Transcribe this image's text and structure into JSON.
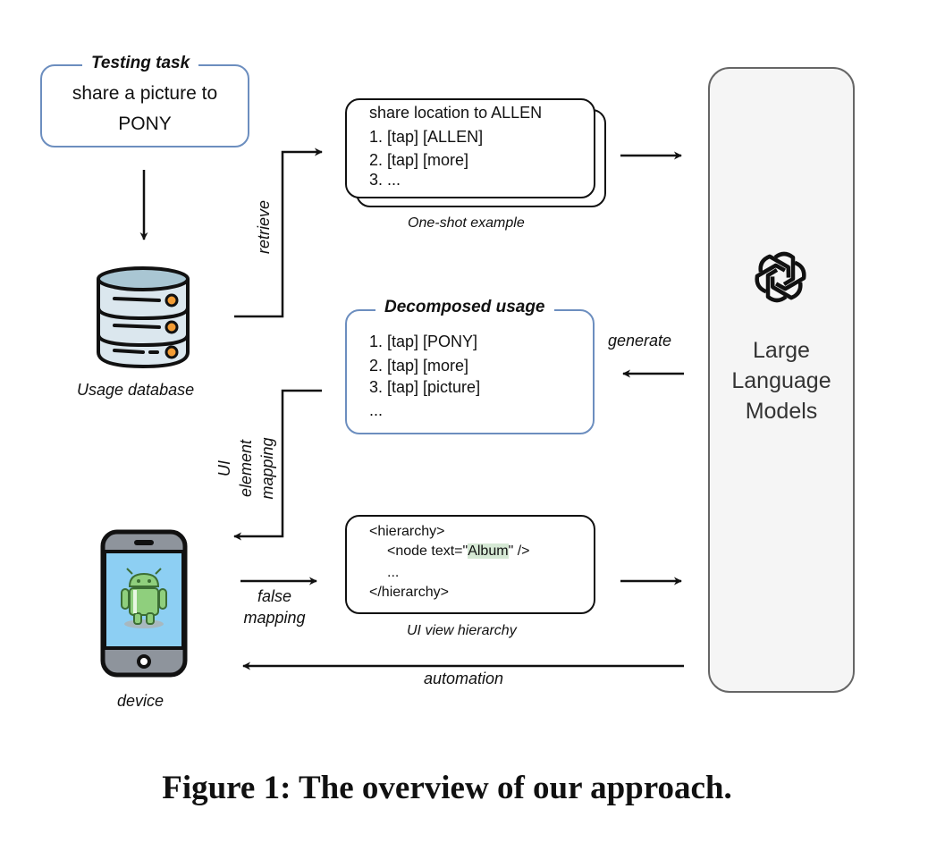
{
  "testing_task": {
    "title": "Testing task",
    "lines": [
      "share a picture to",
      "PONY"
    ]
  },
  "one_shot_example": {
    "lines": [
      "share location to ALLEN",
      "1. [tap] [ALLEN]",
      "2. [tap] [more]",
      "3. ..."
    ],
    "caption": "One-shot example"
  },
  "usage_database": {
    "caption": "Usage database",
    "icon": "database-icon",
    "colors": {
      "body": "#dbe7ee",
      "top": "#a9c6d3",
      "dot": "#f39c34"
    }
  },
  "decomposed_usage": {
    "title": "Decomposed usage",
    "lines": [
      "1. [tap] [PONY]",
      "2. [tap] [more]",
      "3. [tap] [picture]",
      "..."
    ]
  },
  "device": {
    "caption": "device",
    "icon": "android-phone-icon",
    "colors": {
      "screen": "#8dcff3",
      "frame": "#8e949c",
      "android": "#8fcf7d"
    }
  },
  "ui_view_hierarchy": {
    "lines": {
      "open": "<hierarchy>",
      "node_prefix": "<node text=\"",
      "node_value": "Album",
      "node_suffix": "\" />",
      "ellipsis": "...",
      "close": "</hierarchy>"
    },
    "caption": "UI view hierarchy",
    "highlight_color": "#d5e8d4"
  },
  "llm": {
    "icon": "openai-logo-icon",
    "lines": [
      "Large",
      "Language",
      "Models"
    ],
    "fill": "#f5f5f5"
  },
  "edges": {
    "retrieve": "retrieve",
    "generate": "generate",
    "ui_element_mapping": [
      "UI",
      "element",
      "mapping"
    ],
    "false_mapping": [
      "false",
      "mapping"
    ],
    "automation": "automation"
  },
  "figure_caption": "Figure 1: The overview of our approach.",
  "accent_colors": {
    "container_border": "#6c8ebf",
    "llm_border": "#666666"
  }
}
